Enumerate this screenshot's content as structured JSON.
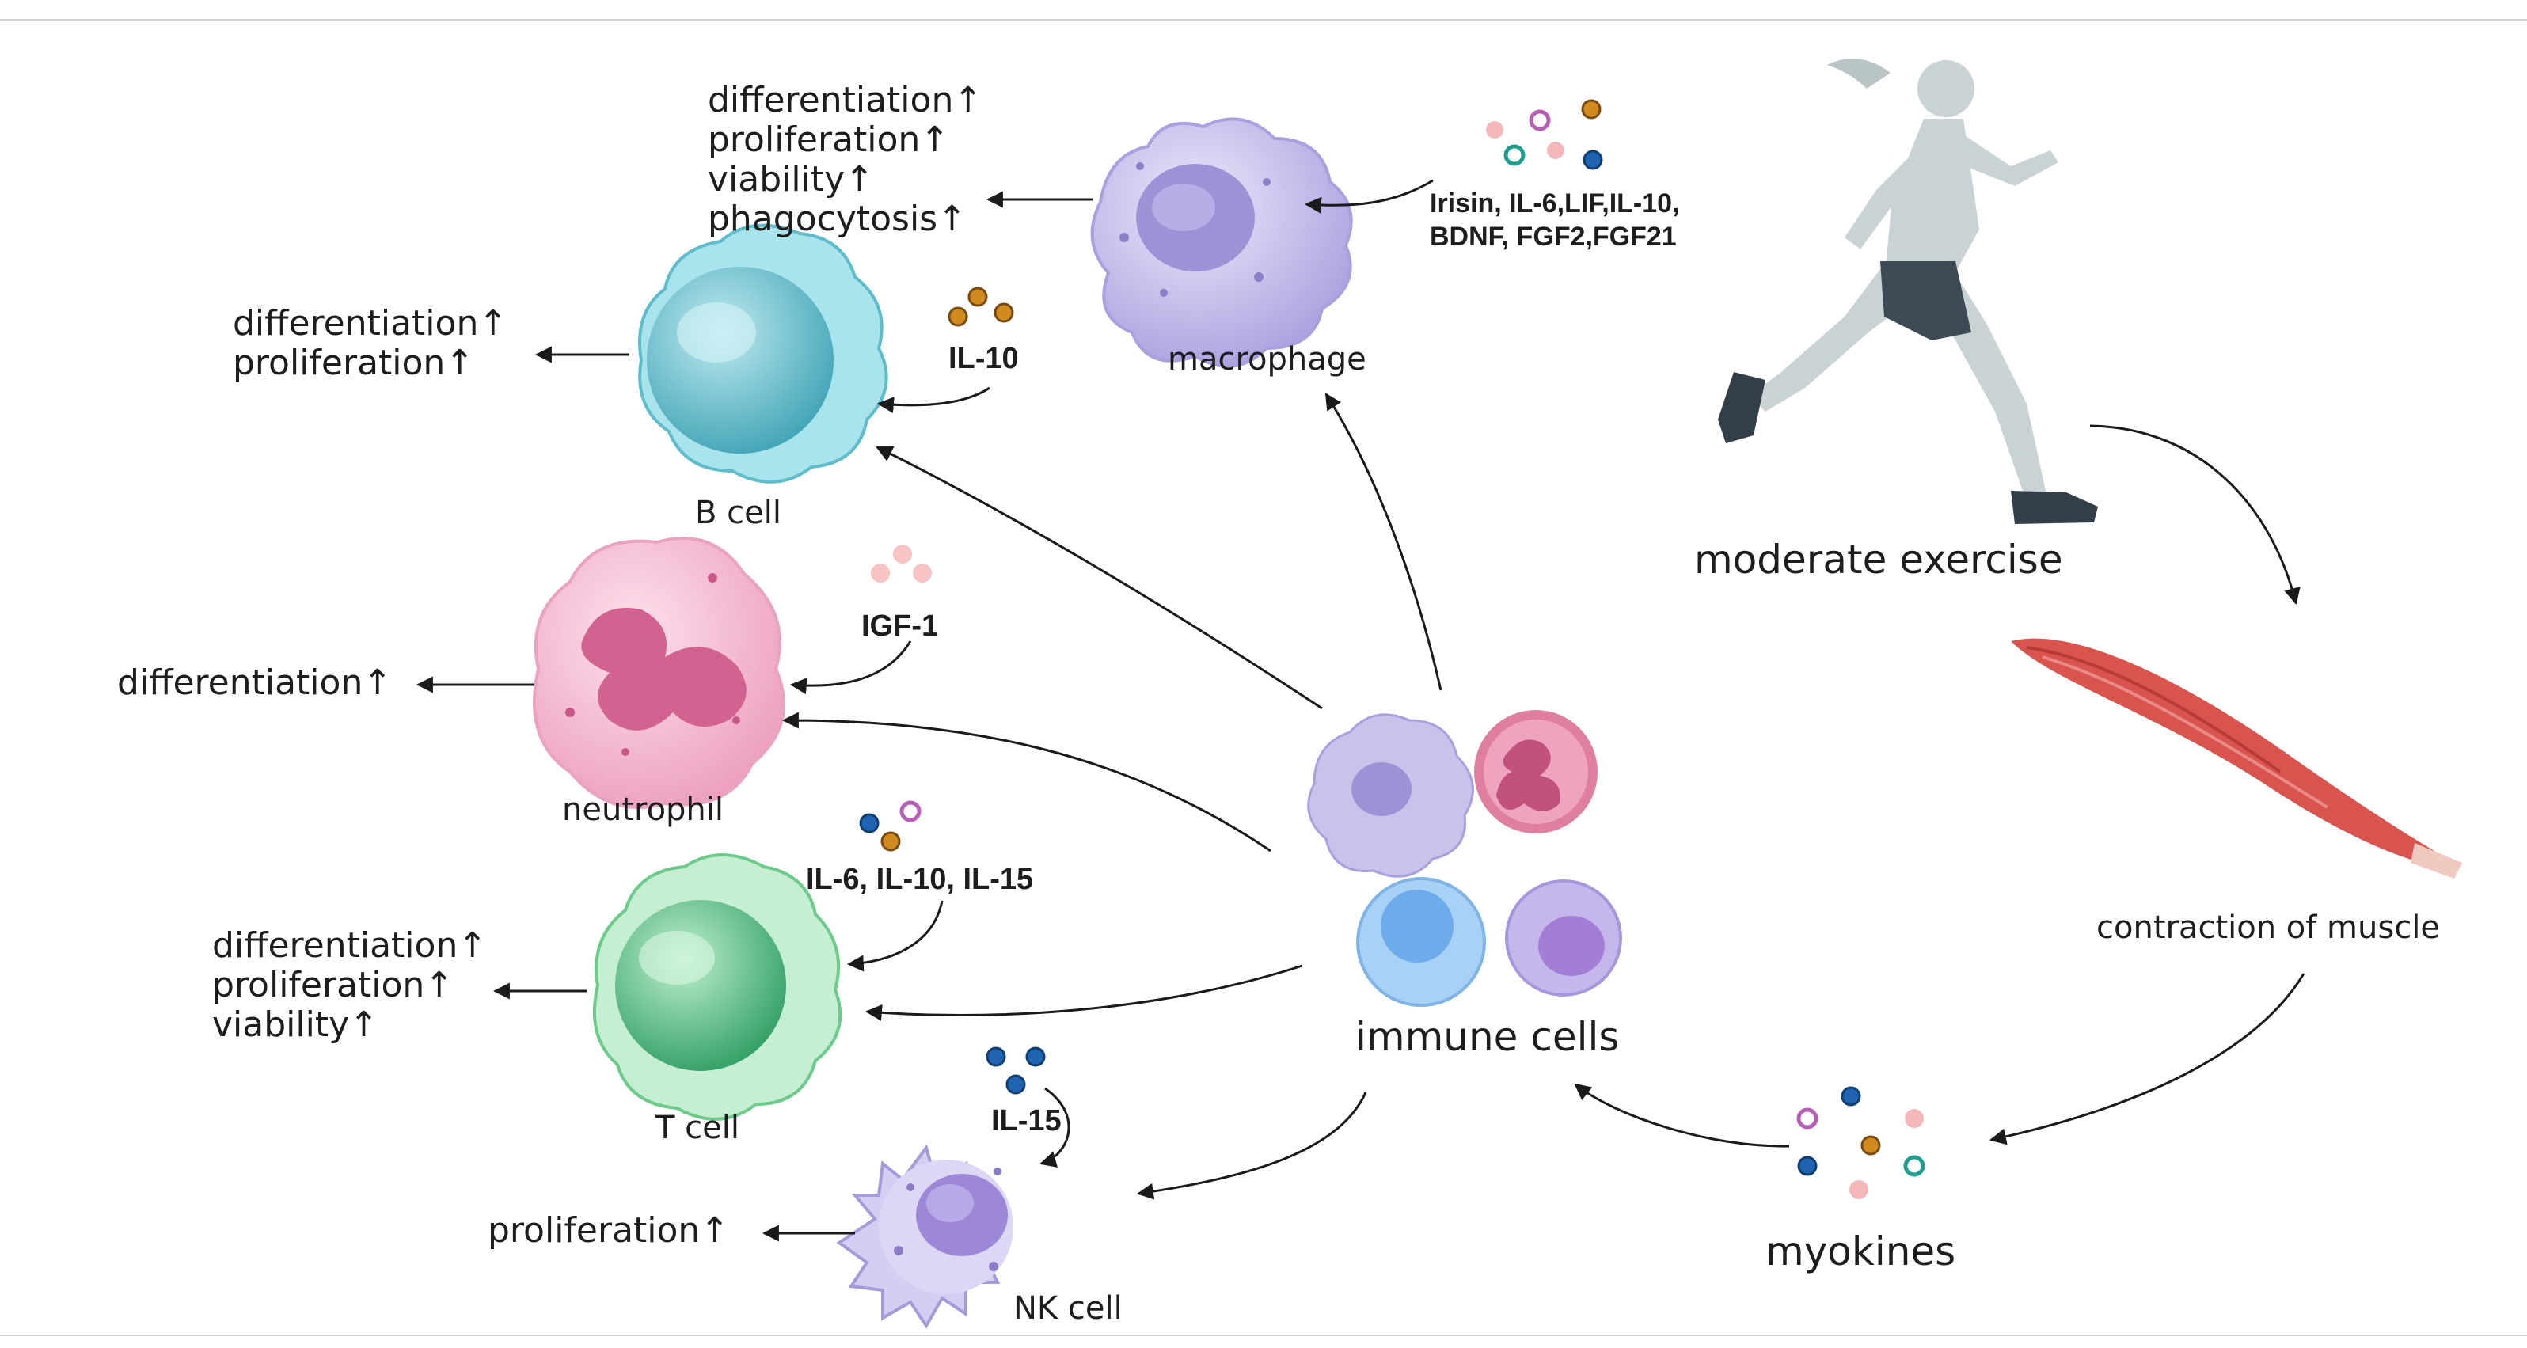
{
  "effects": {
    "macrophage": [
      "differentiation↑",
      "proliferation↑",
      "viability↑",
      "phagocytosis↑"
    ],
    "b_cell": [
      "differentiation↑",
      "proliferation↑"
    ],
    "neutrophil": [
      "differentiation↑"
    ],
    "t_cell": [
      "differentiation↑",
      "proliferation↑",
      "viability↑"
    ],
    "nk_cell": [
      "proliferation↑"
    ]
  },
  "cells": {
    "macrophage": "macrophage",
    "b_cell": "B cell",
    "neutrophil": "neutrophil",
    "t_cell": "T cell",
    "nk_cell": "NK cell",
    "immune": "immune cells"
  },
  "cytokines": {
    "macrophage": [
      "Irisin, IL-6,LIF,IL-10,",
      "BDNF, FGF2,FGF21"
    ],
    "b_cell": "IL-10",
    "neutrophil": "IGF-1",
    "t_cell": "IL-6, IL-10, IL-15",
    "nk_cell": "IL-15"
  },
  "process": {
    "exercise": "moderate exercise",
    "muscle": "contraction of muscle",
    "myokines": "myokines"
  },
  "colors": {
    "arrow": "#1a1a1a",
    "macrophage": "#c9c3ec",
    "b_cell": "#8fd3dc",
    "neutrophil": "#f3b3cf",
    "t_cell": "#9fdcb0",
    "nk_cell": "#d6cdf2",
    "muscle": "#d9534f",
    "runner": "#c9d2d4"
  },
  "icons": [
    "runner-icon",
    "muscle-icon",
    "macrophage-icon",
    "b-cell-icon",
    "neutrophil-icon",
    "t-cell-icon",
    "nk-cell-icon",
    "cytokine-dot-icon"
  ]
}
